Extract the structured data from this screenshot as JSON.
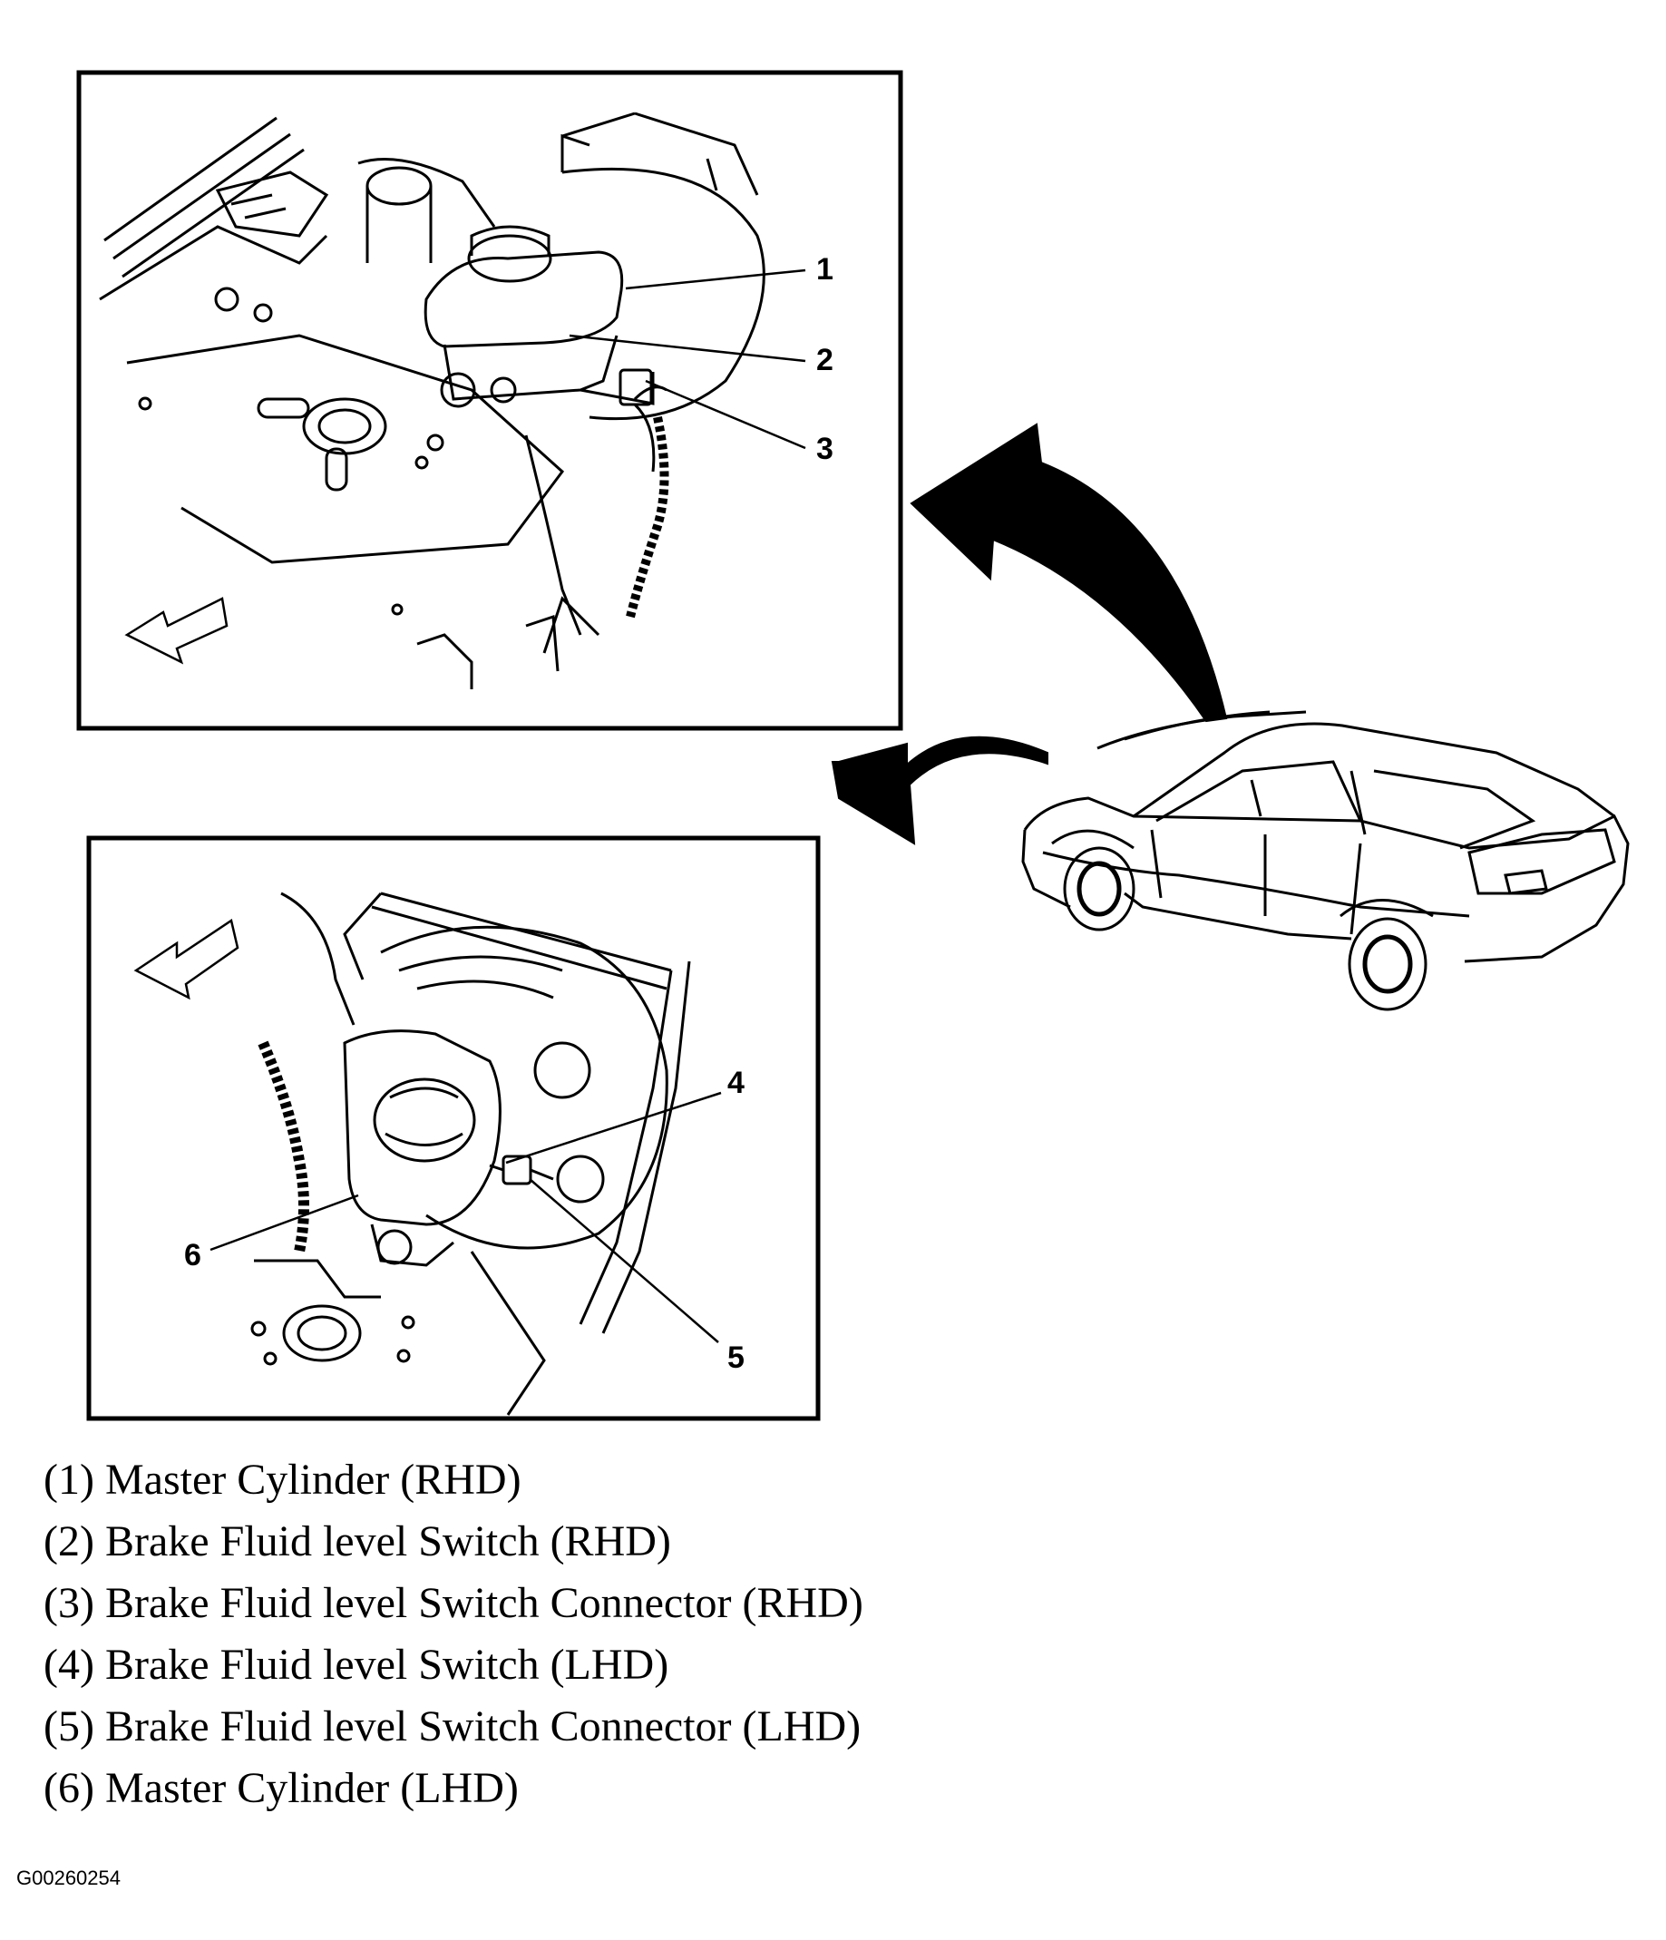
{
  "callouts": [
    "1",
    "2",
    "3",
    "4",
    "5",
    "6"
  ],
  "legend": [
    "(1) Master Cylinder (RHD)",
    "(2) Brake Fluid level Switch (RHD)",
    "(3) Brake Fluid level Switch Connector (RHD)",
    "(4) Brake Fluid level Switch (LHD)",
    "(5) Brake Fluid level Switch Connector (LHD)",
    "(6) Master Cylinder (LHD)"
  ],
  "figure_id": "G00260254"
}
